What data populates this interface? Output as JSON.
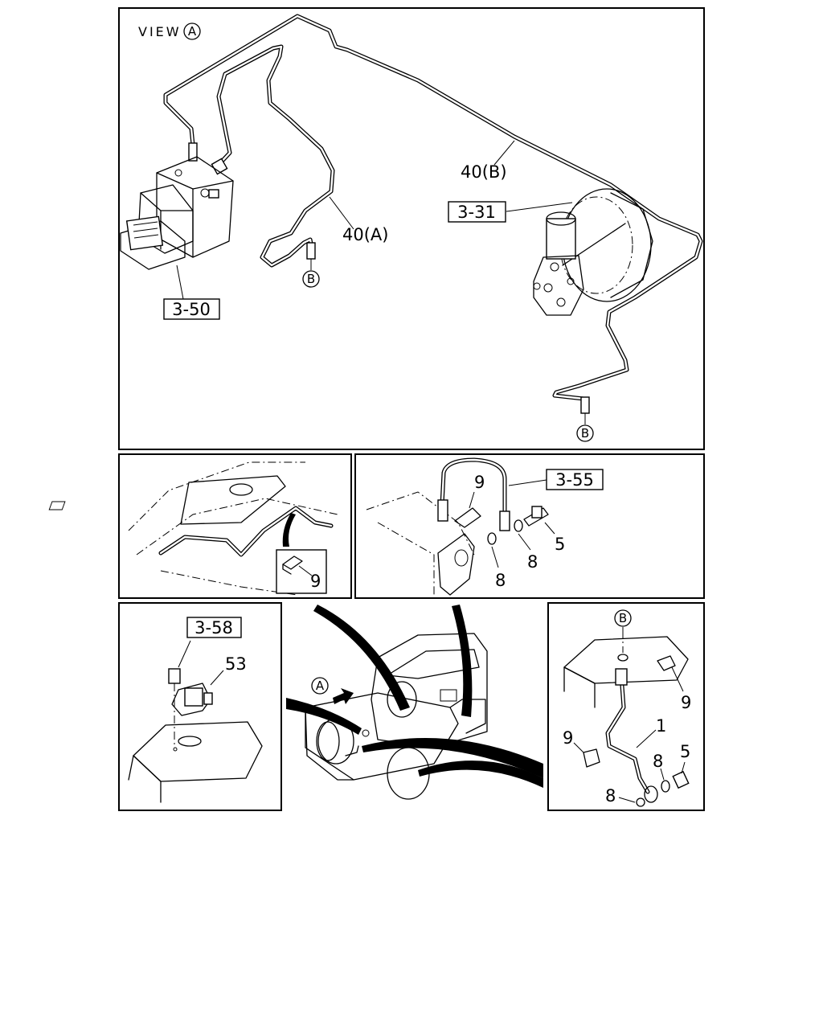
{
  "view_header": {
    "view_text": "VIEW",
    "view_circle": "A"
  },
  "main_panel": {
    "label_40a": "40(A)",
    "label_40b": "40(B)",
    "label_331": "3-31",
    "label_350": "3-50",
    "circle_b_left": "B",
    "circle_b_right": "B"
  },
  "panel_mid_left": {
    "label_9": "9"
  },
  "panel_mid_right": {
    "label_355": "3-55",
    "label_9": "9",
    "label_5": "5",
    "label_8a": "8",
    "label_8b": "8"
  },
  "panel_bot_left": {
    "label_358": "3-58",
    "label_53": "53"
  },
  "panel_bot_center": {
    "circle_a": "A"
  },
  "panel_bot_right": {
    "circle_b": "B",
    "label_9a": "9",
    "label_9b": "9",
    "label_1": "1",
    "label_8a": "8",
    "label_8b": "8",
    "label_5": "5"
  }
}
